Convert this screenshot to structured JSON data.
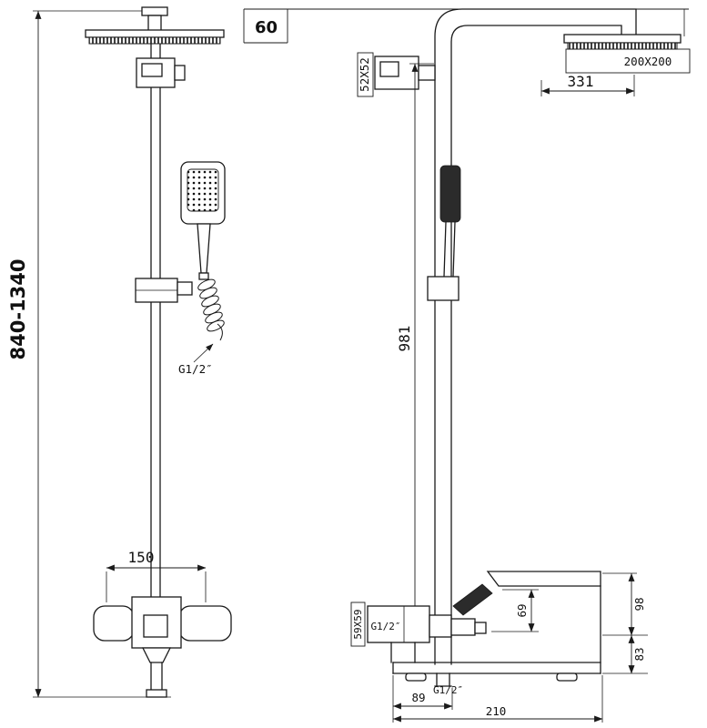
{
  "labels": {
    "height_range": "840-1340",
    "top_offset": "60",
    "faucet_spacing": "150",
    "hose_thread": "G1/2″",
    "pipe_section": "52X52",
    "head_size": "200X200",
    "head_reach": "331",
    "column_height": "981",
    "spout_drop": "69",
    "upper_depth": "98",
    "lower_depth": "83",
    "body_section": "59X59",
    "body_thread": "G1/2″",
    "outlet_thread": "G1/2″",
    "outlet_offset": "89",
    "base_width": "210"
  },
  "colors": {
    "line": "#1a1a1a",
    "dark_fill": "#2b2b2b",
    "background": "#ffffff"
  }
}
